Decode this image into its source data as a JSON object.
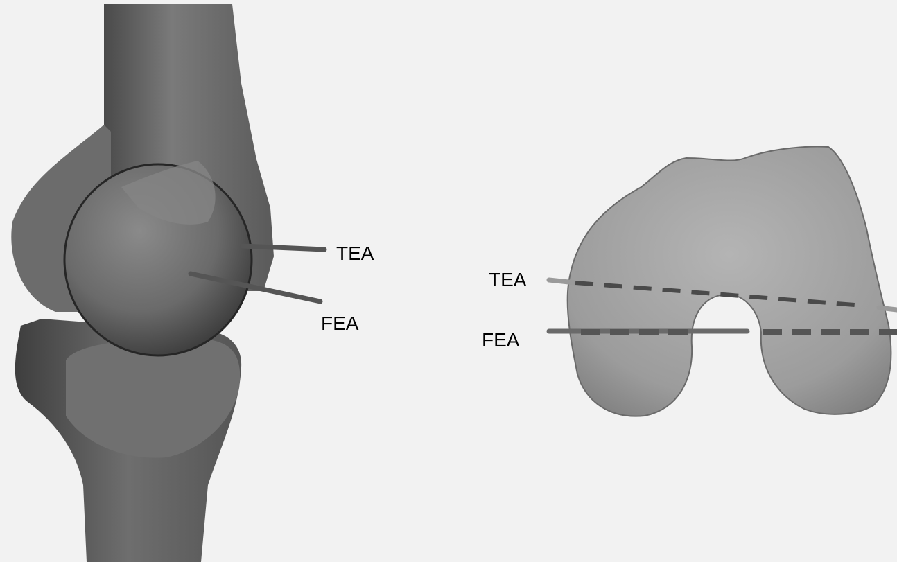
{
  "left_panel": {
    "labels": {
      "tea": "TEA",
      "fea": "FEA"
    }
  },
  "right_panel": {
    "labels": {
      "tea": "TEA",
      "fea": "FEA"
    }
  },
  "colors": {
    "background": "#f2f2f2",
    "bone_dark": "#4a4a4a",
    "bone_light": "#a8a8a8",
    "axis_line": "#555555",
    "label_text": "#000000"
  }
}
